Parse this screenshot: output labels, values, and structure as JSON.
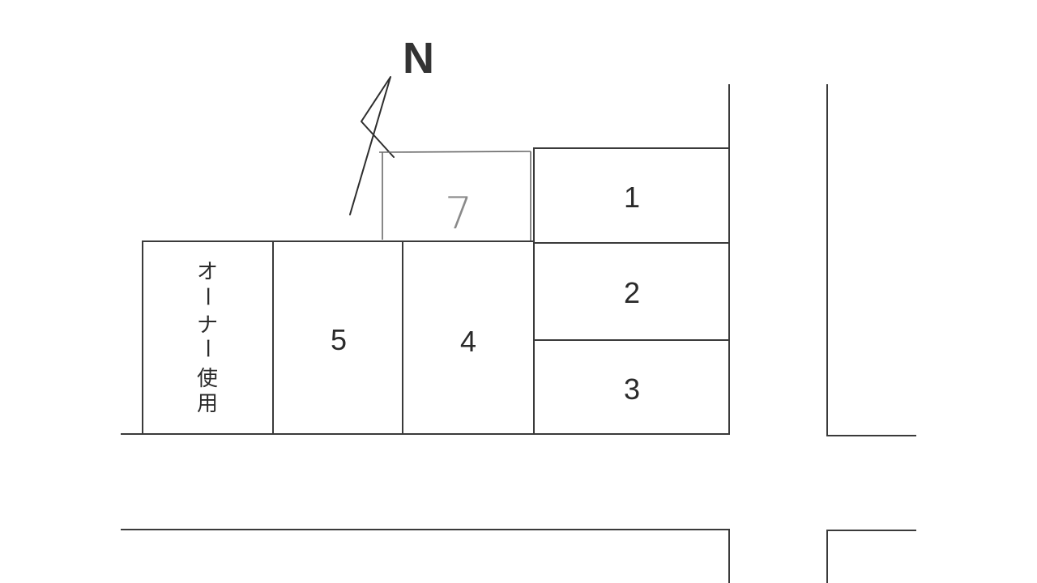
{
  "compass": {
    "label": "N",
    "icon": "north-arrow-icon"
  },
  "spaces": [
    {
      "id": "space-1",
      "label": "1"
    },
    {
      "id": "space-2",
      "label": "2"
    },
    {
      "id": "space-3",
      "label": "3"
    },
    {
      "id": "space-4",
      "label": "4"
    },
    {
      "id": "space-5",
      "label": "5"
    },
    {
      "id": "space-7",
      "label": "7",
      "handwritten": true
    }
  ],
  "owner_space": {
    "chars": [
      "オ",
      "ー",
      "ナ",
      "ー",
      "使",
      "用"
    ]
  },
  "colors": {
    "line": "#3a3a3a",
    "pencil": "#8a8a8a",
    "text": "#2a2a2a"
  }
}
